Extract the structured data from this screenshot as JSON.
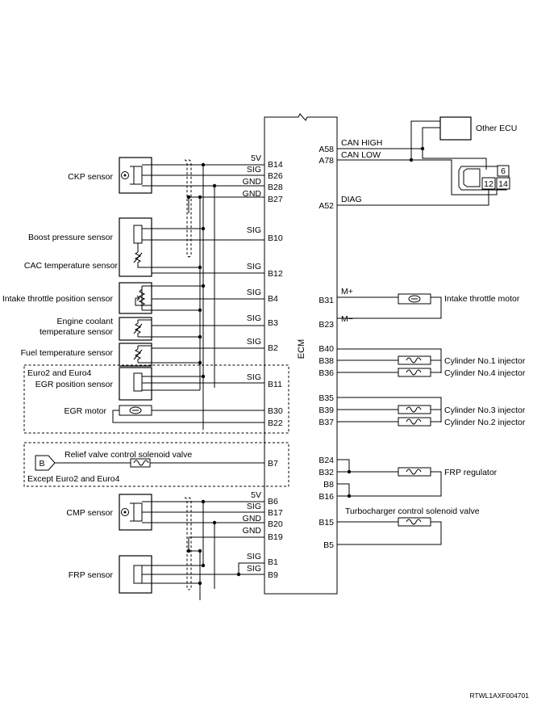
{
  "ecm": {
    "name": "ECM"
  },
  "reference": "RTWL1AXF004701",
  "other_ecu": "Other ECU",
  "dlc_pins": {
    "p6": "6",
    "p12": "12",
    "p14": "14"
  },
  "sensors": {
    "ckp": "CKP sensor",
    "boost": "Boost pressure sensor",
    "cac": "CAC temperature sensor",
    "throttle_pos": "Intake throttle position sensor",
    "coolant_l1": "Engine coolant",
    "coolant_l2": "temperature sensor",
    "fuel_temp": "Fuel temperature sensor",
    "euro_group": "Euro2 and Euro4",
    "egr_pos": "EGR position sensor",
    "egr_motor": "EGR motor",
    "relief_valve": "Relief valve control solenoid valve",
    "except_group": "Except Euro2 and Euro4",
    "relief_connector": "B",
    "cmp": "CMP sensor",
    "frp": "FRP sensor"
  },
  "signals": {
    "v5a": "5V",
    "sig_a": "SIG",
    "gnd_a": "GND",
    "gnd_b": "GND",
    "sig_boost": "SIG",
    "sig_cac": "SIG",
    "sig_tps": "SIG",
    "sig_ect": "SIG",
    "sig_ft": "SIG",
    "sig_egr": "SIG",
    "v5b": "5V",
    "sig_b": "SIG",
    "gnd_c": "GND",
    "gnd_d": "GND",
    "sig_frp1": "SIG",
    "sig_frp2": "SIG",
    "can_high": "CAN HIGH",
    "can_low": "CAN LOW",
    "diag": "DIAG",
    "m_plus": "M+",
    "m_minus": "M−"
  },
  "pins_left": {
    "B14": "B14",
    "B26": "B26",
    "B28": "B28",
    "B27": "B27",
    "B10": "B10",
    "B12": "B12",
    "B4": "B4",
    "B3": "B3",
    "B2": "B2",
    "B11": "B11",
    "B30": "B30",
    "B22": "B22",
    "B7": "B7",
    "B6": "B6",
    "B17": "B17",
    "B20": "B20",
    "B19": "B19",
    "B1": "B1",
    "B9": "B9"
  },
  "pins_right": {
    "A58": "A58",
    "A78": "A78",
    "A52": "A52",
    "B31": "B31",
    "B23": "B23",
    "B40": "B40",
    "B38": "B38",
    "B36": "B36",
    "B35": "B35",
    "B39": "B39",
    "B37": "B37",
    "B24": "B24",
    "B32": "B32",
    "B8": "B8",
    "B16": "B16",
    "B15": "B15",
    "B5": "B5"
  },
  "actuators": {
    "throttle_motor": "Intake throttle motor",
    "inj1": "Cylinder No.1 injector",
    "inj4": "Cylinder No.4 injector",
    "inj3": "Cylinder No.3 injector",
    "inj2": "Cylinder No.2 injector",
    "frp_regulator": "FRP regulator",
    "turbo_solenoid": "Turbocharger control solenoid valve"
  }
}
